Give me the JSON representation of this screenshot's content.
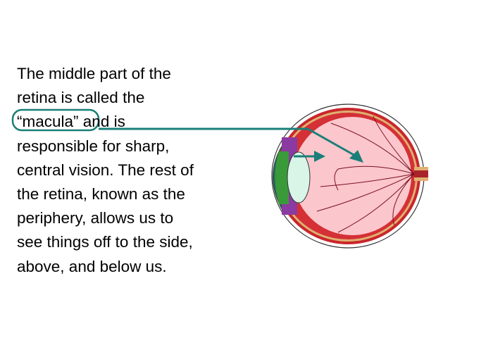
{
  "text": {
    "lines": [
      "The middle part of the",
      "retina is called the",
      "and is",
      "responsible for sharp,",
      "central vision. The rest of",
      "the retina, known as the",
      "periphery, allows us to",
      "see things off to the side,",
      "above, and below us."
    ],
    "highlight": "“macula”"
  },
  "colors": {
    "callout": "#1a7f78",
    "retina": "#fbc6cc",
    "choroid": "#d0282c",
    "iris": "#3a9a3a",
    "ciliary": "#8a3aa0",
    "lens": "#d8f5e8"
  }
}
